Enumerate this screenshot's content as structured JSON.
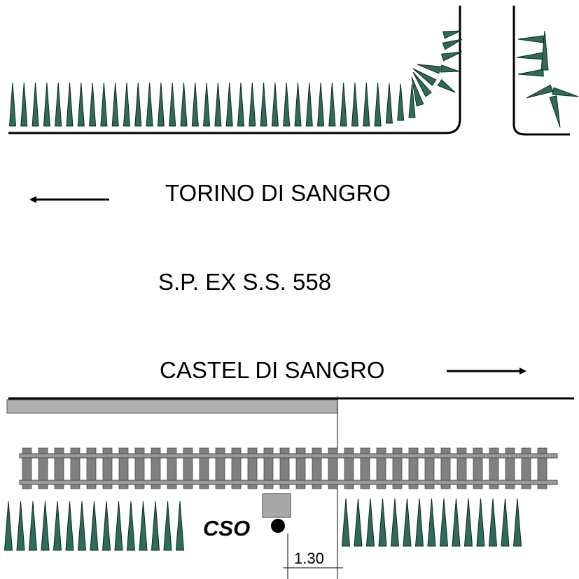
{
  "labels": {
    "direction_west": "TORINO DI SANGRO",
    "road_code": "S.P. EX S.S. 558",
    "direction_east": "CASTEL DI SANGRO",
    "cso_label": "CSO",
    "dimension": "1.30"
  },
  "colors": {
    "hedge_fill": "#2e6b5a",
    "hedge_shade": "#0f2a22",
    "rail": "#808080",
    "rail_edge": "#4a4a4a",
    "sidewalk": "#b0b0b0",
    "line": "#000000"
  },
  "icons": {
    "west_arrow": "arrow-left",
    "east_arrow": "arrow-right"
  }
}
